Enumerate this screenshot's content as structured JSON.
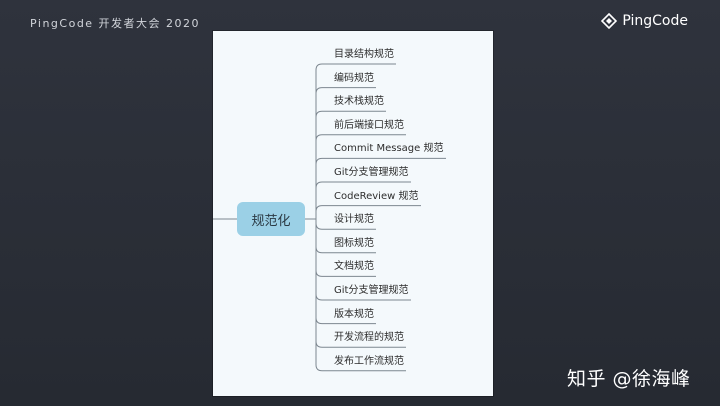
{
  "header": {
    "conference_title": "PingCode 开发者大会 2020",
    "brand_name": "PingCode"
  },
  "mindmap": {
    "root": "规范化",
    "branches": [
      "目录结构规范",
      "编码规范",
      "技术栈规范",
      "前后端接口规范",
      "Commit Message 规范",
      "Git分支管理规范",
      "CodeReview 规范",
      "设计规范",
      "图标规范",
      "文档规范",
      "Git分支管理规范",
      "版本规范",
      "开发流程的规范",
      "发布工作流规范"
    ]
  },
  "watermark": "知乎 @徐海峰",
  "colors": {
    "background": "#2b2f38",
    "slide": "#f4f9fc",
    "root_node": "#9bd0e6",
    "connector": "#7d8790"
  }
}
